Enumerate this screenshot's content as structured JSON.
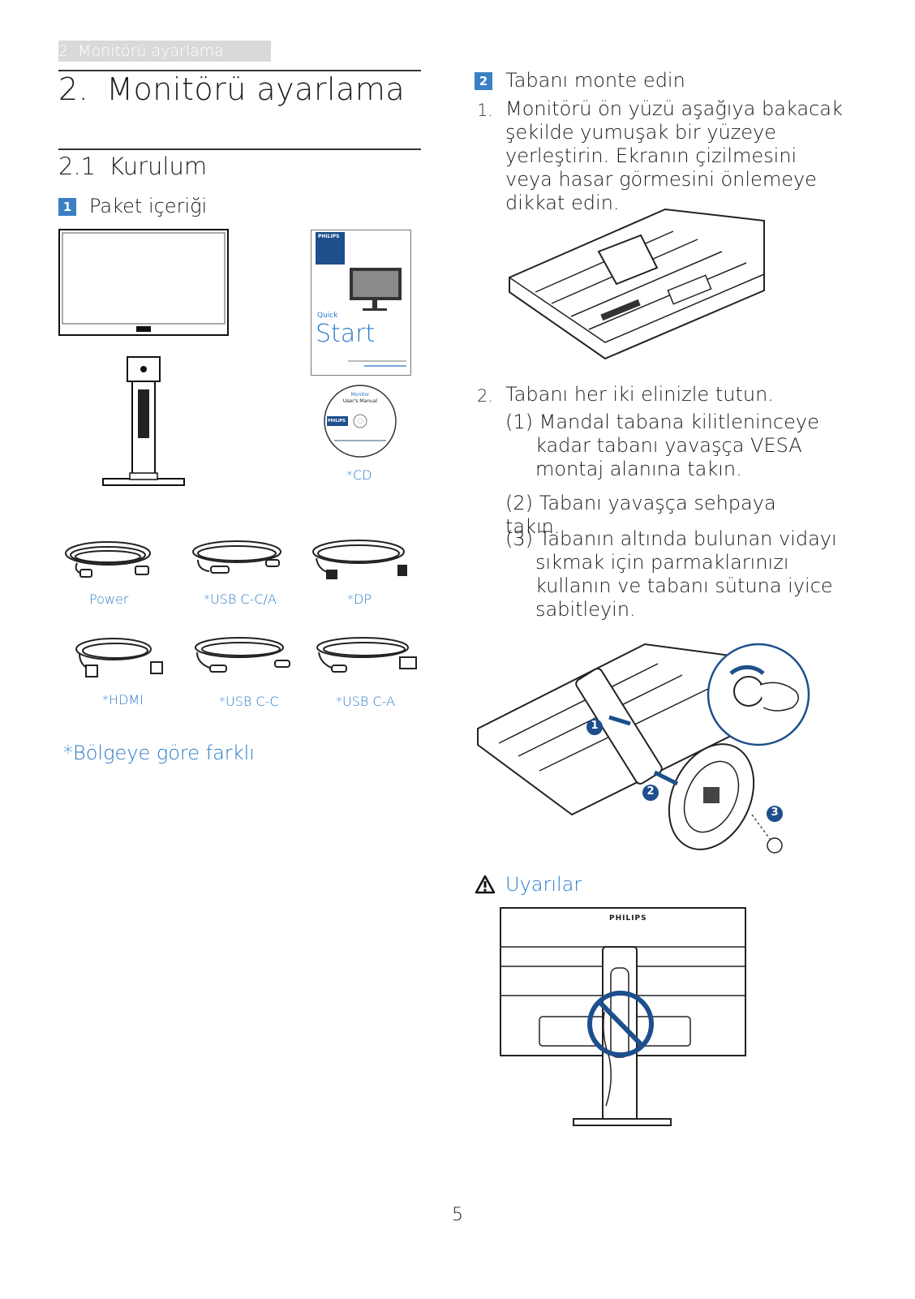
{
  "running_head": "2. Monitörü ayarlama",
  "chapter": {
    "number": "2.",
    "title": "Monitörü ayarlama"
  },
  "section": {
    "number": "2.1",
    "title": "Kurulum"
  },
  "package": {
    "step_number": "1",
    "title": "Paket içeriği",
    "quick_start": {
      "brand": "PHILIPS",
      "word_small": "Quick",
      "word_big": "Start"
    },
    "cd": {
      "line1": "Monitor",
      "line2": "User's Manual",
      "brand": "PHILIPS",
      "label": "*CD"
    },
    "cables": [
      "Power",
      "*USB C-C/A",
      "*DP",
      "*HDMI",
      "*USB C-C",
      "*USB C-A"
    ],
    "region_note": "*Bölgeye göre farklı"
  },
  "base_install": {
    "step_number": "2",
    "title": "Tabanı monte edin",
    "steps": [
      {
        "num": "1.",
        "text": "Monitörü ön yüzü aşağıya bakacak şekilde yumuşak bir yüzeye yerleştirin. Ekranın çizilmesini veya hasar görmesini önlemeye dikkat edin."
      },
      {
        "num": "2.",
        "text": "Tabanı her iki elinizle tutun."
      }
    ],
    "substeps": [
      {
        "text": "(1) Mandal tabana kilitleninceye kadar tabanı yavaşça VESA montaj alanına takın."
      },
      {
        "text": "(2) Tabanı yavaşça sehpaya takın."
      },
      {
        "text": "(3) Tabanın altında bulunan vidayı sıkmak için parmaklarınızı kullanın ve tabanı sütuna iyice sabitleyin."
      }
    ],
    "callouts": [
      "1",
      "2",
      "3"
    ]
  },
  "warning": {
    "title": "Uyarılar",
    "brand": "PHILIPS"
  },
  "page_number": "5",
  "colors": {
    "accent_blue": "#3b7fc4",
    "text_blue": "#2a7ac8",
    "head_grey": "#d9d9d9"
  }
}
